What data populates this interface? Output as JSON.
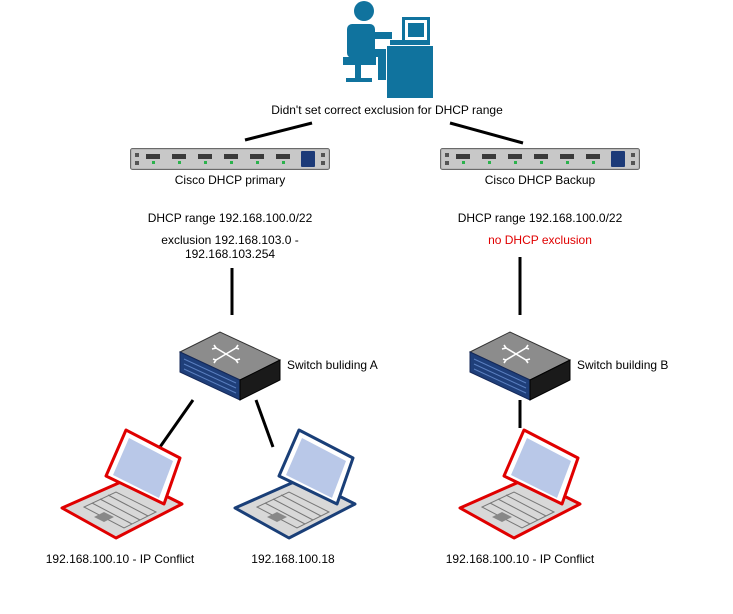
{
  "admin": {
    "caption": "Didn't set correct exclusion for DHCP range",
    "icon": "admin-at-desk-icon",
    "color": "#10739e"
  },
  "servers": [
    {
      "id": "primary",
      "label": "Cisco DHCP primary",
      "range": "DHCP range 192.168.100.0/22",
      "exclusion_line1": "exclusion 192.168.103.0 -",
      "exclusion_line2": "192.168.103.254"
    },
    {
      "id": "backup",
      "label": "Cisco DHCP Backup",
      "range": "DHCP range 192.168.100.0/22",
      "exclusion": "no DHCP exclusion",
      "exclusion_color": "#e00000"
    }
  ],
  "switches": [
    {
      "id": "a",
      "label": "Switch buliding A"
    },
    {
      "id": "b",
      "label": "Switch building B"
    }
  ],
  "laptops": [
    {
      "id": "a1",
      "label": "192.168.100.10 - IP Conflict",
      "status": "conflict",
      "color": "#e00000"
    },
    {
      "id": "a2",
      "label": "192.168.100.18",
      "status": "ok",
      "color": "#1a3f78"
    },
    {
      "id": "b1",
      "label": "192.168.100.10 - IP Conflict",
      "status": "conflict",
      "color": "#e00000"
    }
  ]
}
